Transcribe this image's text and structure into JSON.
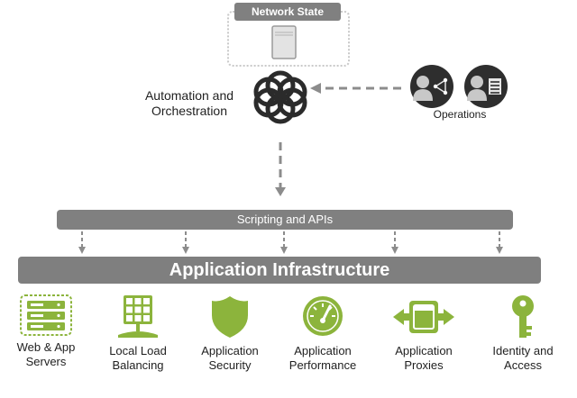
{
  "network_state": {
    "title": "Network State"
  },
  "automation": {
    "line1": "Automation and",
    "line2": "Orchestration"
  },
  "operations": {
    "label": "Operations"
  },
  "scripting": {
    "label": "Scripting and APIs"
  },
  "infrastructure": {
    "label": "Application Infrastructure"
  },
  "items": [
    {
      "line1": "Web & App",
      "line2": "Servers",
      "icon": "server-stack-icon"
    },
    {
      "line1": "Local Load",
      "line2": "Balancing",
      "icon": "load-balancer-icon"
    },
    {
      "line1": "Application",
      "line2": "Security",
      "icon": "shield-icon"
    },
    {
      "line1": "Application",
      "line2": "Performance",
      "icon": "speedometer-icon"
    },
    {
      "line1": "Application",
      "line2": "Proxies",
      "icon": "proxy-arrows-icon"
    },
    {
      "line1": "Identity and",
      "line2": "Access",
      "icon": "key-icon"
    }
  ],
  "colors": {
    "accent_green": "#8cb43c",
    "dark_gray": "#333333",
    "bar_gray": "#7f7f7f",
    "arrow_gray": "#8c8c8c"
  }
}
